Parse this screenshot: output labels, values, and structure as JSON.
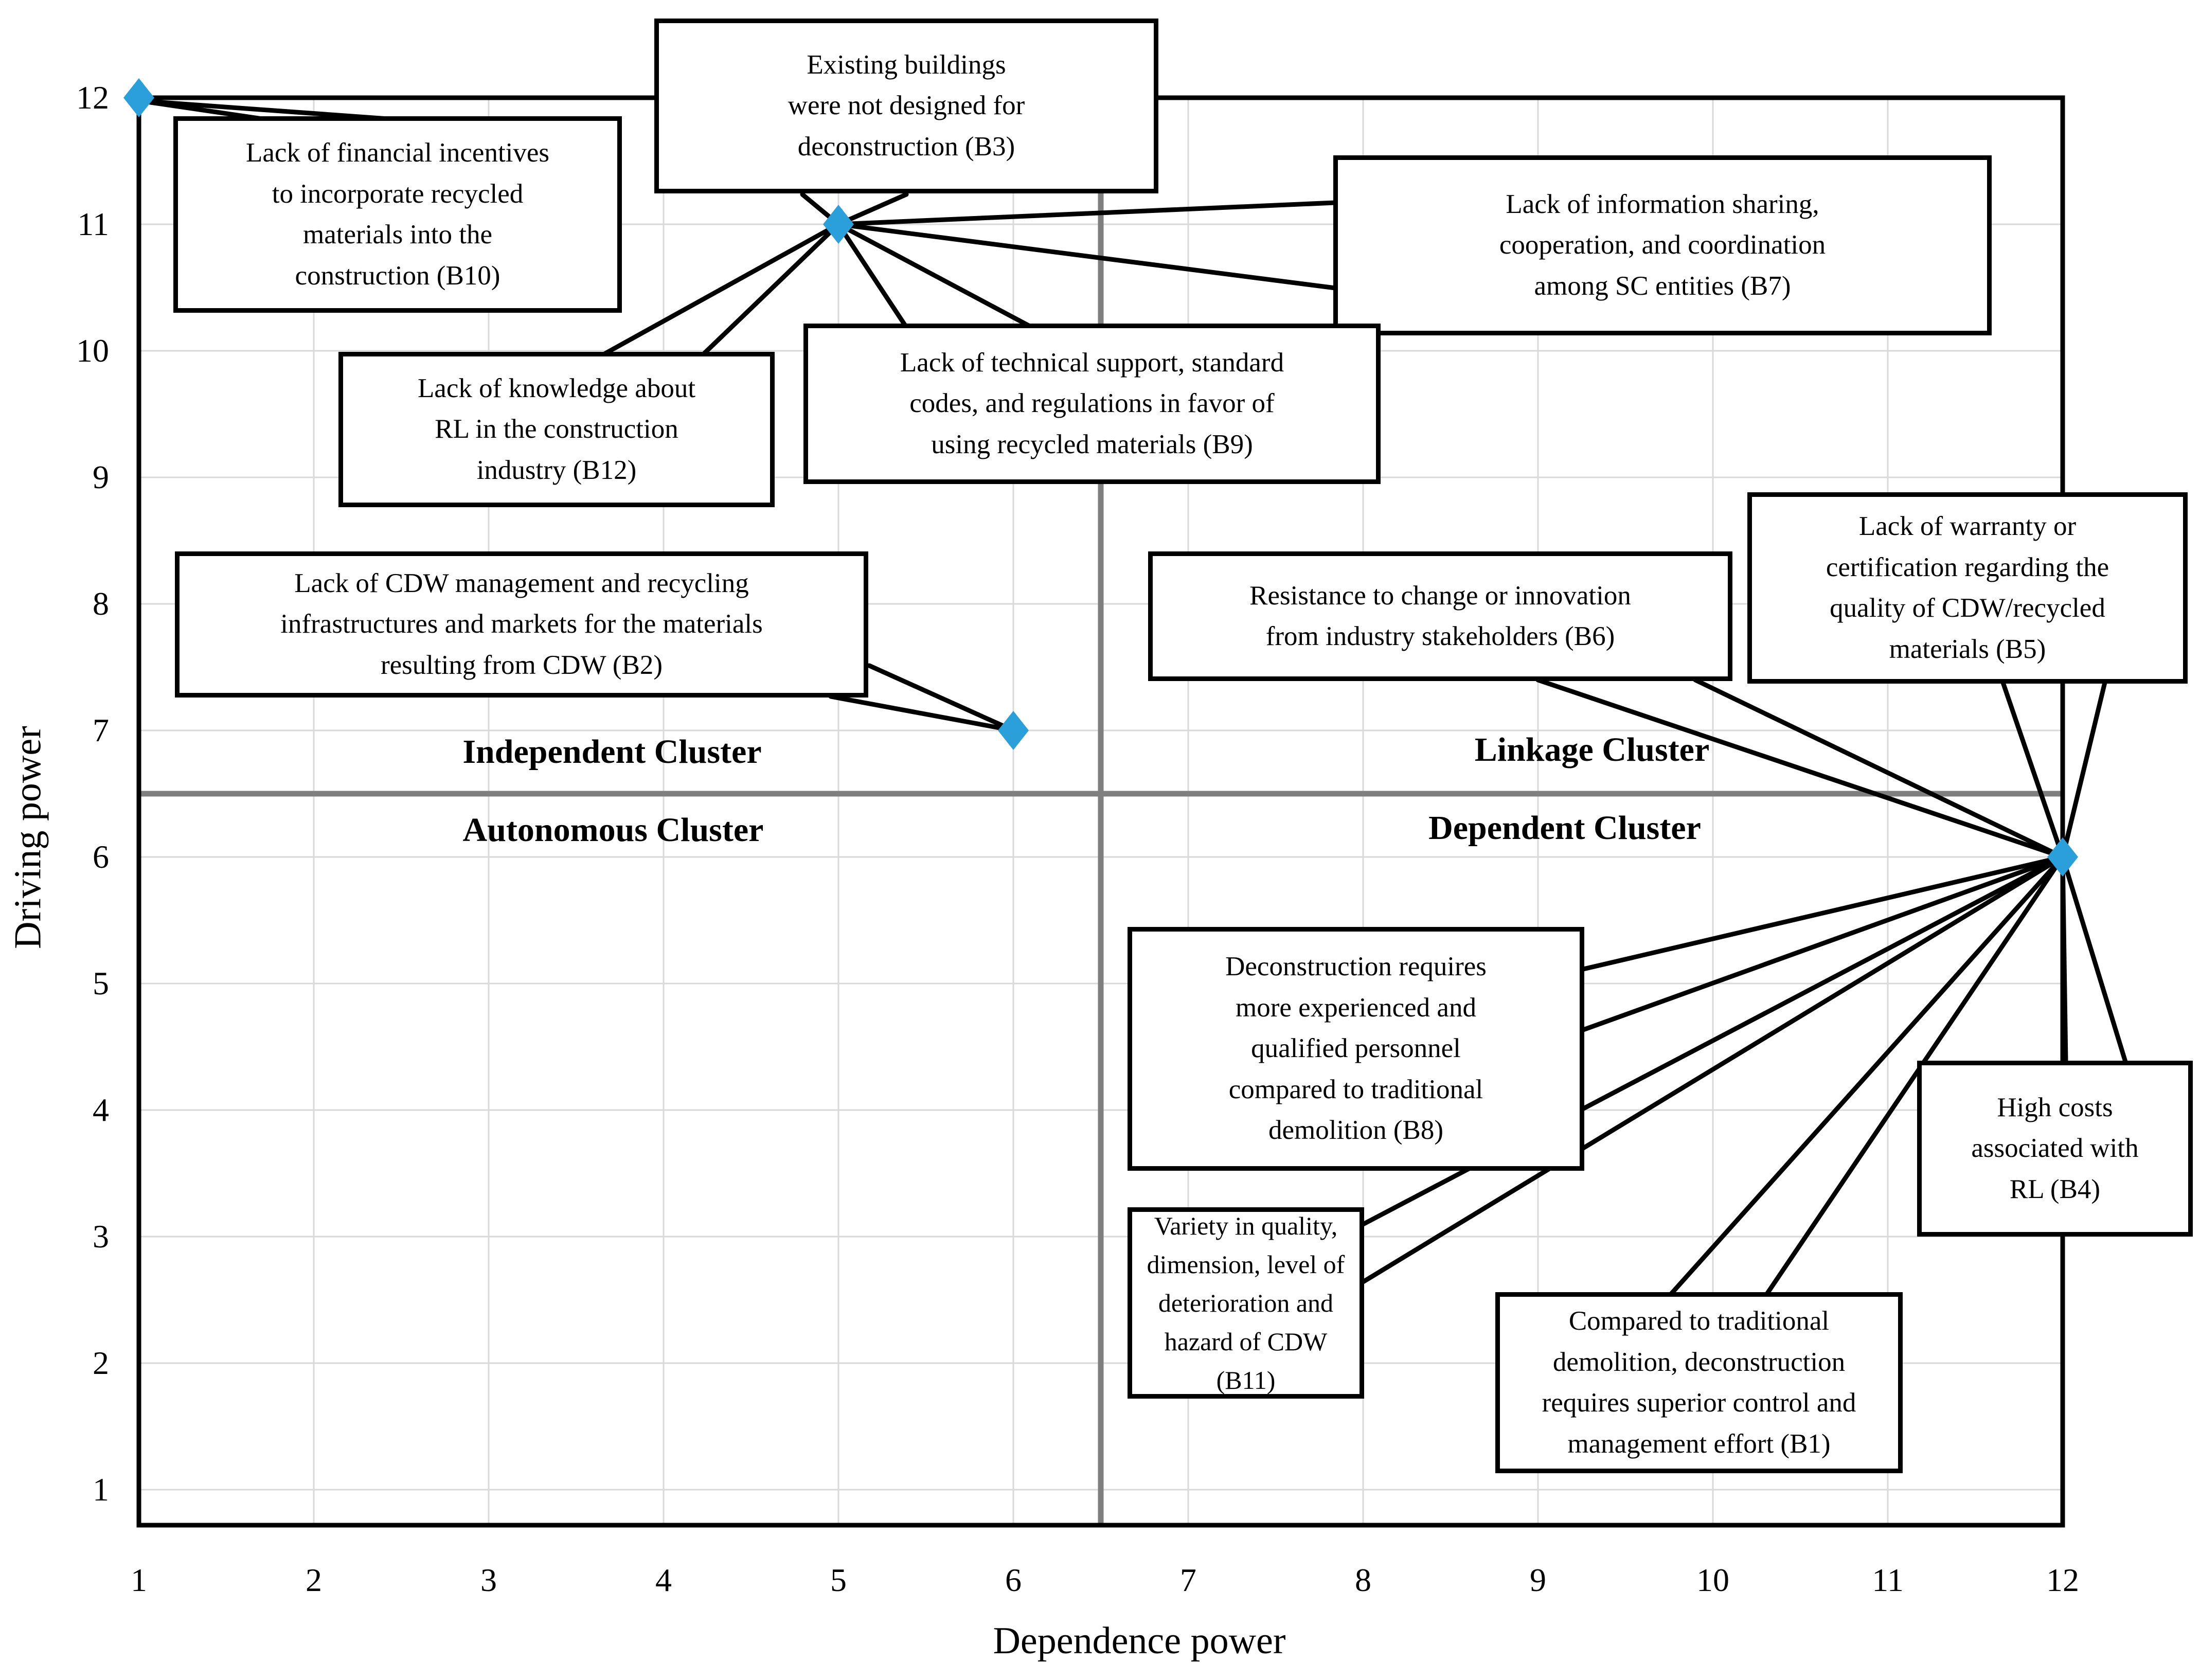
{
  "chart_data": {
    "type": "scatter",
    "title": "",
    "xlabel": "Dependence power",
    "ylabel": "Driving power",
    "xlim": [
      1,
      12
    ],
    "ylim": [
      1,
      12
    ],
    "grid": true,
    "x_ticks": [
      "1",
      "2",
      "3",
      "4",
      "5",
      "6",
      "7",
      "8",
      "9",
      "10",
      "11",
      "12"
    ],
    "y_ticks_top_to_bottom": [
      "12",
      "11",
      "10",
      "9",
      "8",
      "7",
      "6",
      "5",
      "4",
      "3",
      "2",
      "1"
    ],
    "quadrant_dividers": {
      "x": 6.5,
      "y": 6.5
    },
    "quadrants": {
      "top_left": "Independent Cluster",
      "top_right": "Linkage Cluster",
      "bottom_left": "Autonomous Cluster",
      "bottom_right": "Dependent Cluster"
    },
    "marker_color": "#2B9FD9",
    "marker_shape": "diamond",
    "points": [
      {
        "x": 1,
        "y": 12,
        "barriers": [
          "B10"
        ]
      },
      {
        "x": 5,
        "y": 11,
        "barriers": [
          "B3",
          "B7",
          "B12",
          "B9"
        ]
      },
      {
        "x": 6,
        "y": 7,
        "barriers": [
          "B2"
        ]
      },
      {
        "x": 12,
        "y": 6,
        "barriers": [
          "B6",
          "B5",
          "B8",
          "B11",
          "B1",
          "B4"
        ]
      }
    ],
    "callouts": {
      "b10": {
        "point": [
          1,
          12
        ],
        "text": "Lack of financial incentives\nto incorporate recycled\nmaterials into the\nconstruction (B10)"
      },
      "b3": {
        "point": [
          5,
          11
        ],
        "text": "Existing buildings\nwere not designed for\ndeconstruction (B3)"
      },
      "b7": {
        "point": [
          5,
          11
        ],
        "text": "Lack of information sharing,\ncooperation, and coordination\namong SC entities (B7)"
      },
      "b12": {
        "point": [
          5,
          11
        ],
        "text": "Lack of knowledge about\nRL in the construction\nindustry (B12)"
      },
      "b9": {
        "point": [
          5,
          11
        ],
        "text": "Lack of technical support, standard\ncodes, and regulations in favor of\nusing recycled materials (B9)"
      },
      "b2": {
        "point": [
          6,
          7
        ],
        "text": "Lack of CDW management and recycling\ninfrastructures and markets for the materials\nresulting from CDW (B2)"
      },
      "b6": {
        "point": [
          12,
          6
        ],
        "text": "Resistance to change or innovation\nfrom industry stakeholders (B6)"
      },
      "b5": {
        "point": [
          12,
          6
        ],
        "text": "Lack of warranty or\ncertification regarding the\nquality of CDW/recycled\nmaterials (B5)"
      },
      "b8": {
        "point": [
          12,
          6
        ],
        "text": "Deconstruction requires\nmore experienced and\nqualified personnel\ncompared to traditional\ndemolition (B8)"
      },
      "b11": {
        "point": [
          12,
          6
        ],
        "text": "Variety in quality,\ndimension, level of\ndeterioration and\nhazard of CDW (B11)"
      },
      "b1": {
        "point": [
          12,
          6
        ],
        "text": "Compared to traditional\ndemolition, deconstruction\nrequires superior control and\nmanagement effort (B1)"
      },
      "b4": {
        "point": [
          12,
          6
        ],
        "text": "High costs\nassociated with\nRL (B4)"
      }
    }
  }
}
